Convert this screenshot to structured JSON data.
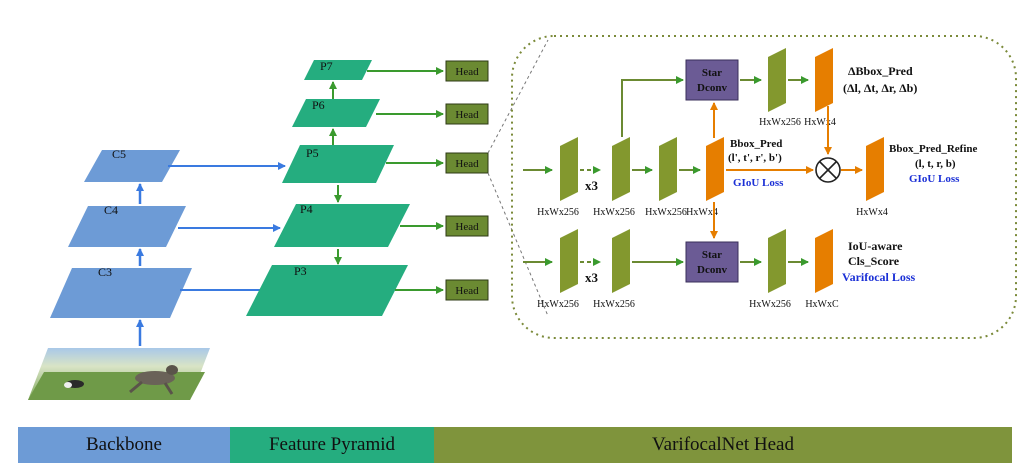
{
  "backbone": {
    "levels": [
      "C3",
      "C4",
      "C5"
    ]
  },
  "pyramid": {
    "levels": [
      "P3",
      "P4",
      "P5",
      "P6",
      "P7"
    ]
  },
  "head_label": "Head",
  "inset": {
    "multiplier": "x3",
    "star_dconv": [
      "Star",
      "Dconv"
    ],
    "tensor_labels": {
      "reg_in": "HxWx256",
      "reg_mid1": "HxWx256",
      "reg_mid2": "HxWx256",
      "reg_out": "HxWx4",
      "cls_in": "HxWx256",
      "cls_mid": "HxWx256",
      "delta_mid": "HxWx256",
      "delta_out": "HxWx4",
      "refine_out": "HxWx4",
      "cls_mid2": "HxWx256",
      "cls_out": "HxWxC"
    },
    "delta_bbox": [
      "ΔBbox_Pred",
      "(Δl, Δt, Δr, Δb)"
    ],
    "bbox_pred": [
      "Bbox_Pred",
      "(l', t', r', b')"
    ],
    "giou_loss": "GIoU Loss",
    "bbox_refine": [
      "Bbox_Pred_Refine",
      "(l, t, r, b)"
    ],
    "giou_loss_2": "GIoU Loss",
    "cls_score": [
      "IoU-aware",
      "Cls_Score"
    ],
    "varifocal_loss": "Varifocal Loss"
  },
  "bottom_bar": {
    "backbone": "Backbone",
    "feature_pyramid": "Feature Pyramid",
    "head": "VarifocalNet Head"
  },
  "colors": {
    "backbone": "#6d9bd6",
    "pyramid": "#25ad7f",
    "head_box": "#6b8a32",
    "head_bar": "#7f943c",
    "star_dconv": "#6b5b95",
    "orange": "#e67e00",
    "olive": "#83982e",
    "loss_text": "#1a2fd6",
    "arrow_blue": "#3a7ae0",
    "arrow_green": "#3a9a2e"
  }
}
